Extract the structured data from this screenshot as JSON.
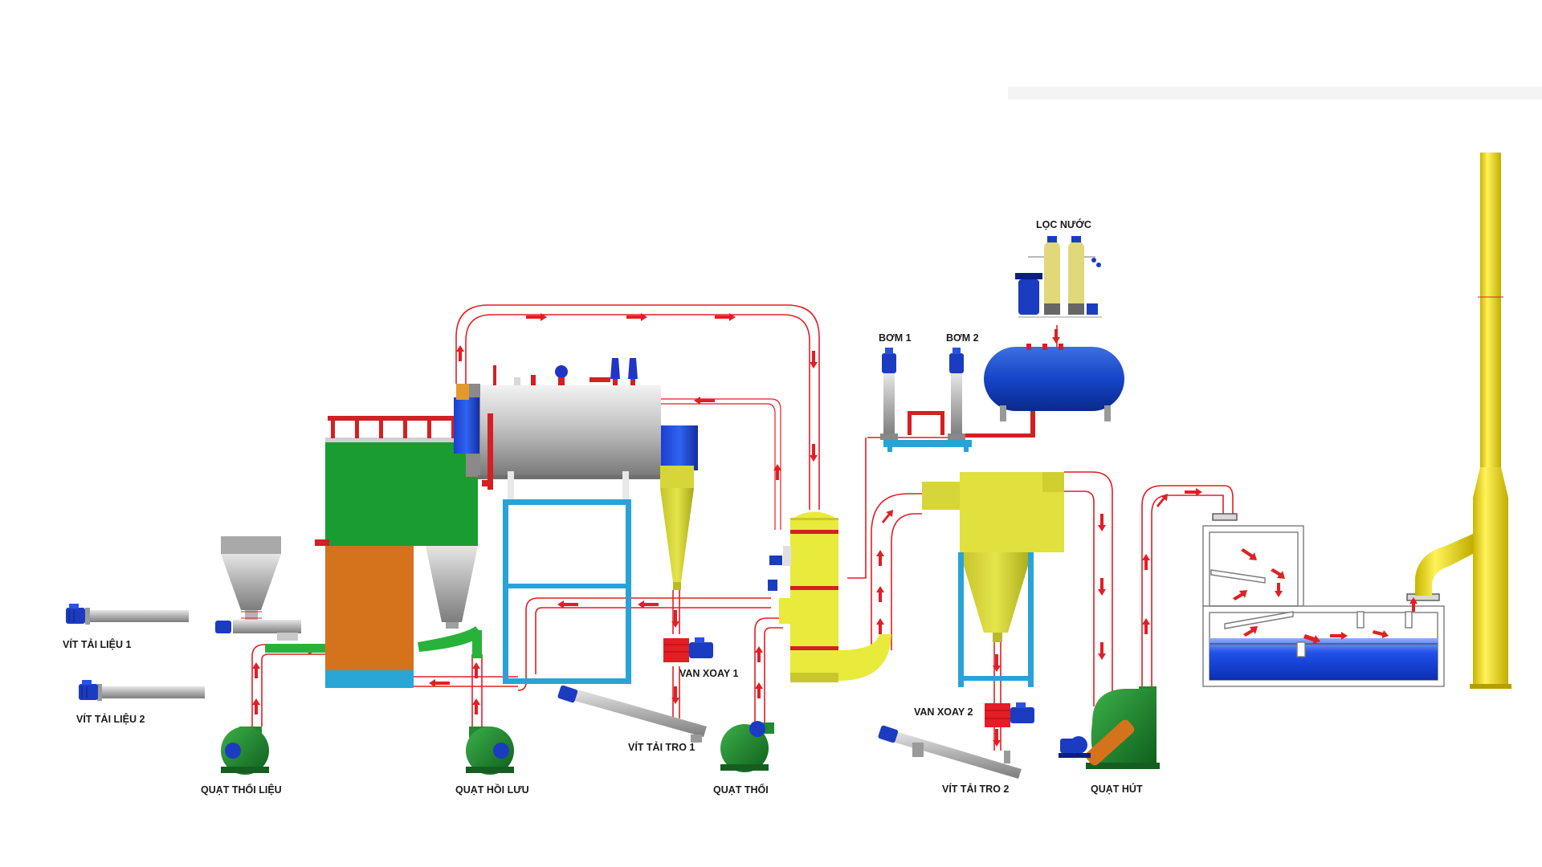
{
  "labels": {
    "loc_nuoc": "LỌC NƯỚC",
    "bom_1": "BƠM 1",
    "bom_2": "BƠM 2",
    "van_xoay_1": "VAN XOAY 1",
    "van_xoay_2": "VAN XOAY 2",
    "vit_tai_lieu_1": "VÍT TẢI LIỆU 1",
    "vit_tai_lieu_2": "VÍT TẢI LIỆU 2",
    "vit_tai_tro_1": "VÍT TẢI TRO 1",
    "vit_tai_tro_2": "VÍT TẢI TRO 2",
    "quat_thoi_lieu": "QUẠT THỔI LIỆU",
    "quat_hoi_luu": "QUẠT HỒI LƯU",
    "quat_thoi": "QUẠT THỔI",
    "quat_hut": "QUẠT HÚT"
  },
  "colors": {
    "flow": "#e31e24",
    "furnace_green": "#1a9c32",
    "furnace_orange": "#d4731c",
    "frame_blue": "#29a3d6",
    "cyclone_yellow": "#d6d63a",
    "scrubber_yellow": "#e8ea3c",
    "chimney_yellow": "#f2e21e",
    "water_blue": "#0d3fd6",
    "fan_green": "#1f8a2e",
    "steel_gray": "#b8b8b8"
  },
  "icons": {
    "flow_arrow": "flow-arrow-icon",
    "motor": "motor-icon",
    "valve": "valve-icon"
  }
}
